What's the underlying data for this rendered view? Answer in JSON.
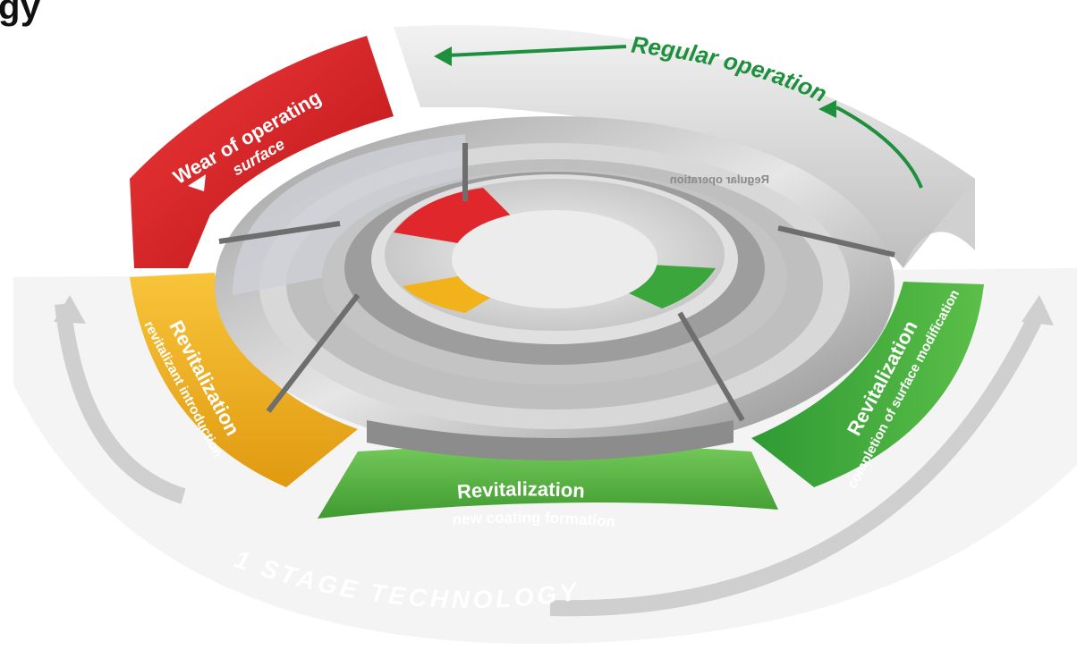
{
  "page": {
    "title_fragment": "gy"
  },
  "diagram": {
    "outer_label": "1 STAGE TECHNOLOGY",
    "inner_mirrored_text": "Regular operation",
    "segments": [
      {
        "id": "regular",
        "title": "Regular operation",
        "subtitle": "",
        "color": "#d9d9d9",
        "text_color": "#1e8f3c"
      },
      {
        "id": "wear",
        "title": "Wear of operating",
        "subtitle": "surface",
        "color": "#e0282c",
        "text_color": "#ffffff"
      },
      {
        "id": "introduction",
        "title": "Revitalization",
        "subtitle": "revitalizant introduction",
        "color": "#f2b21c",
        "text_color": "#ffffff"
      },
      {
        "id": "formation",
        "title": "Revitalization",
        "subtitle": "new coating formation",
        "color": "#5cb947",
        "text_color": "#ffffff"
      },
      {
        "id": "completion",
        "title": "Revitalization",
        "subtitle": "completion of surface modification",
        "color": "#3aa63c",
        "text_color": "#ffffff"
      }
    ]
  }
}
